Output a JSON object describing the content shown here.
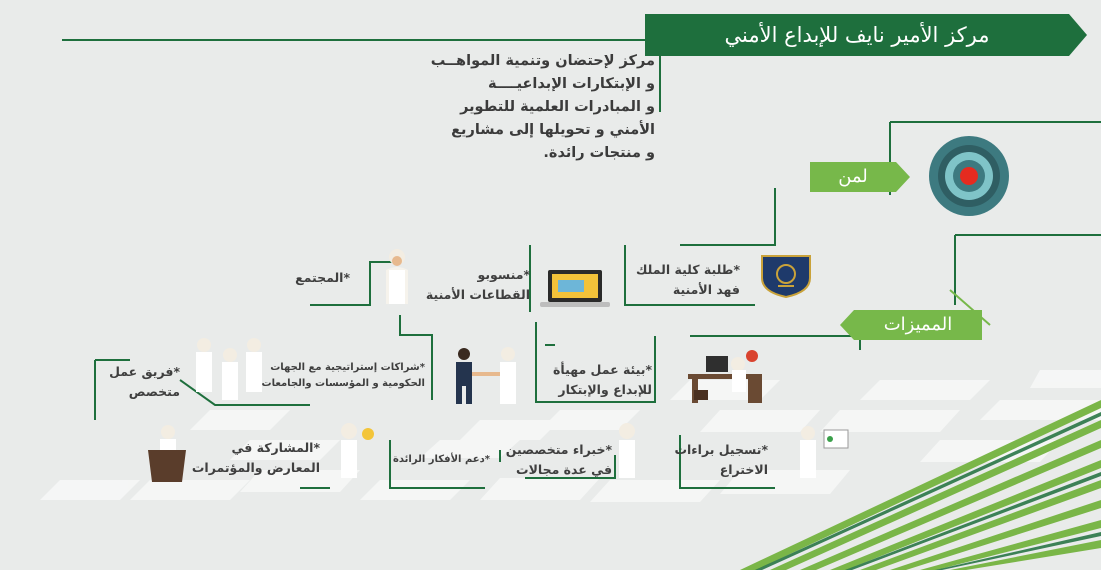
{
  "title": "مركز الأمير نايف للإبداع الأمني",
  "intro_lines": [
    "مركز لإحتضان وتنمية المواهــب و الإبتكارات الإبداعيــــة",
    "و المبادرات العلمية للتطوير الأمني و تحويلها إلى مشاريع",
    "و منتجات رائدة."
  ],
  "section_for_whom": {
    "label": "لمن",
    "items": [
      {
        "line1": "*طلبة كلية الملك",
        "line2": "فهد الأمنية"
      },
      {
        "line1": "*منسوبو",
        "line2": "القطاعات الأمنية"
      },
      {
        "line1": "*المجتمع",
        "line2": ""
      }
    ]
  },
  "section_features": {
    "label": "المميزات",
    "items": [
      {
        "line1": "*بيئة عمل مهيأة",
        "line2": "للإبداع والإبتكار"
      },
      {
        "line1": "*شراكات إستراتيجية مع الجهات",
        "line2": "الحكومية و المؤسسات والجامعات"
      },
      {
        "line1": "*فريق عمل",
        "line2": "متخصص"
      },
      {
        "line1": "*تسجيل براءات",
        "line2": "الاختراع"
      },
      {
        "line1": "*خبراء متخصصين",
        "line2": "في عدة مجالات"
      },
      {
        "line1": "*دعم الأفكار الرائدة",
        "line2": ""
      },
      {
        "line1": "*المشاركة في",
        "line2": "المعارض والمؤتمرات"
      }
    ]
  },
  "colors": {
    "dark_green": "#1e6f3d",
    "light_green": "#77b84a",
    "text": "#3b3b3b",
    "background": "#e9ebea"
  },
  "icons": [
    "target-icon",
    "academy-emblem-icon",
    "laptop-icon",
    "person-icon",
    "handshake-icon",
    "office-desk-icon",
    "certificate-icon",
    "podium-icon",
    "lightbulb-icon"
  ]
}
